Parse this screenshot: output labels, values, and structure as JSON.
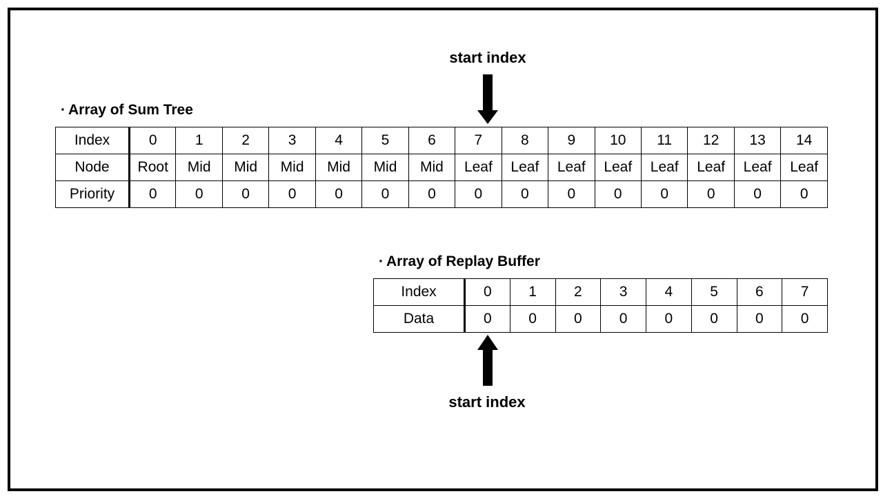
{
  "sum_tree": {
    "title": "Array of Sum Tree",
    "bullet": "·",
    "rows": [
      {
        "label": "Index",
        "cells": [
          "0",
          "1",
          "2",
          "3",
          "4",
          "5",
          "6",
          "7",
          "8",
          "9",
          "10",
          "11",
          "12",
          "13",
          "14"
        ]
      },
      {
        "label": "Node",
        "cells": [
          "Root",
          "Mid",
          "Mid",
          "Mid",
          "Mid",
          "Mid",
          "Mid",
          "Leaf",
          "Leaf",
          "Leaf",
          "Leaf",
          "Leaf",
          "Leaf",
          "Leaf",
          "Leaf"
        ]
      },
      {
        "label": "Priority",
        "cells": [
          "0",
          "0",
          "0",
          "0",
          "0",
          "0",
          "0",
          "0",
          "0",
          "0",
          "0",
          "0",
          "0",
          "0",
          "0"
        ]
      }
    ],
    "pointer_label": "start index",
    "pointer_index": 7
  },
  "replay_buffer": {
    "title": "Array of Replay Buffer",
    "bullet": "·",
    "rows": [
      {
        "label": "Index",
        "cells": [
          "0",
          "1",
          "2",
          "3",
          "4",
          "5",
          "6",
          "7"
        ]
      },
      {
        "label": "Data",
        "cells": [
          "0",
          "0",
          "0",
          "0",
          "0",
          "0",
          "0",
          "0"
        ]
      }
    ],
    "pointer_label": "start index",
    "pointer_index": 0
  }
}
